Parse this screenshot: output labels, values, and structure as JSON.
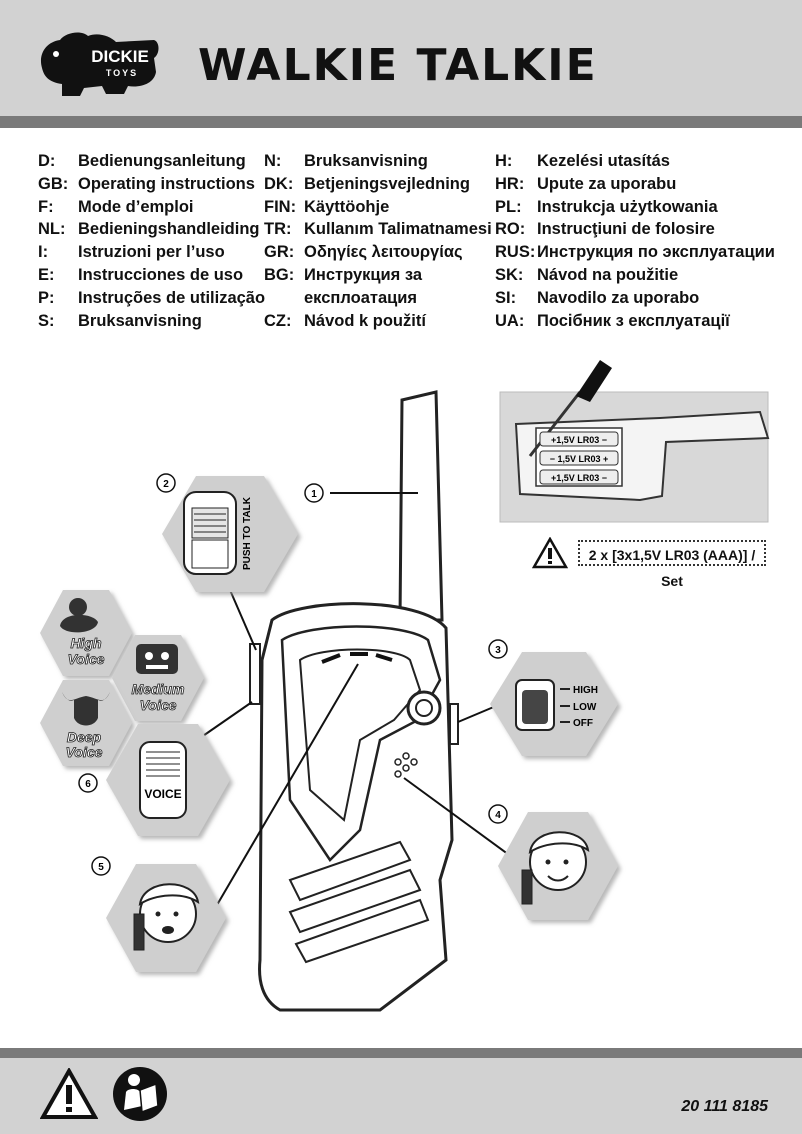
{
  "header": {
    "brand": "DICKIE",
    "brand_sub": "TOYS",
    "title": "WALKIE TALKIE"
  },
  "languages": {
    "col1": [
      {
        "code": "D:",
        "text": "Bedienungsanleitung"
      },
      {
        "code": "GB:",
        "text": "Operating instructions"
      },
      {
        "code": "F:",
        "text": "Mode d’emploi"
      },
      {
        "code": "NL:",
        "text": "Bedieningshandleiding"
      },
      {
        "code": "I:",
        "text": "Istruzioni per l’uso"
      },
      {
        "code": "E:",
        "text": "Instrucciones de uso"
      },
      {
        "code": "P:",
        "text": "Instruções de utilização"
      },
      {
        "code": "S:",
        "text": "Bruksanvisning"
      }
    ],
    "col2": [
      {
        "code": "N:",
        "text": "Bruksanvisning"
      },
      {
        "code": "DK:",
        "text": "Betjeningsvejledning"
      },
      {
        "code": "FIN:",
        "text": "Käyttöohje"
      },
      {
        "code": "TR:",
        "text": "Kullanım Talimatnamesi"
      },
      {
        "code": "GR:",
        "text": "Οδηγίες λειτουργίας"
      },
      {
        "code": "BG:",
        "text": "Инструкция за"
      },
      {
        "code": "",
        "text": "експлоатация"
      },
      {
        "code": "CZ:",
        "text": "Návod k použití"
      }
    ],
    "col3": [
      {
        "code": "H:",
        "text": "Kezelési utasítás"
      },
      {
        "code": "HR:",
        "text": "Upute za uporabu"
      },
      {
        "code": "PL:",
        "text": "Instrukcja użytkowania"
      },
      {
        "code": "RO:",
        "text": "Instrucţiuni de folosire"
      },
      {
        "code": "RUS:",
        "text": "Инструкция по эксплуатации"
      },
      {
        "code": "SK:",
        "text": "Návod na použitie"
      },
      {
        "code": "SI:",
        "text": "Navodilo za uporabo"
      },
      {
        "code": "UA:",
        "text": "Посібник з експлуатації"
      }
    ]
  },
  "illustration": {
    "callouts": [
      "1",
      "2",
      "3",
      "4",
      "5",
      "6"
    ],
    "ptt_label": "PUSH TO TALK",
    "voice_label": "VOICE",
    "voice_modes": {
      "high": [
        "High",
        "Voice"
      ],
      "medium": [
        "Medium",
        "Voice"
      ],
      "deep": [
        "Deep",
        "Voice"
      ]
    },
    "volume_levels": [
      "HIGH",
      "LOW",
      "OFF"
    ],
    "battery_cells": [
      "+1,5V LR03 −",
      "− 1,5V LR03 +",
      "+1,5V LR03 −"
    ],
    "battery_note": "2 x [3x1,5V LR03 (AAA)] / Set"
  },
  "footer": {
    "code": "20 111 8185"
  },
  "colors": {
    "header_bg": "#d2d2d2",
    "bar": "#7a7a7a",
    "hexagon": "#cfcfcf"
  }
}
